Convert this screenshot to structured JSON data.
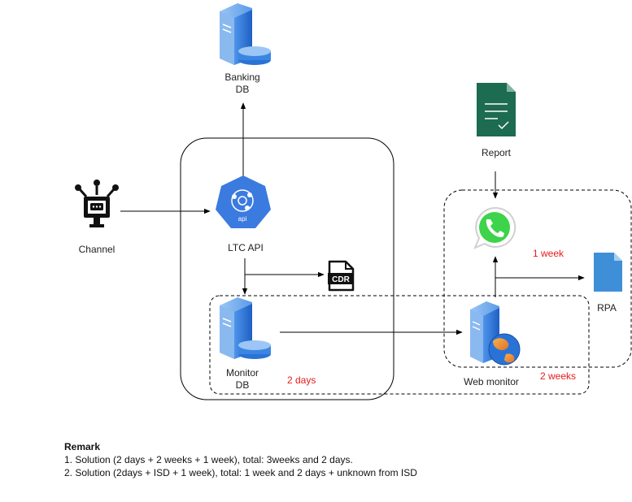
{
  "nodes": {
    "banking_db": {
      "line1": "Banking",
      "line2": "DB"
    },
    "channel": {
      "label": "Channel"
    },
    "ltc_api": {
      "label": "LTC API",
      "badge": "api"
    },
    "cdr": {
      "label": "CDR"
    },
    "monitor_db": {
      "line1": "Monitor",
      "line2": "DB"
    },
    "report": {
      "label": "Report"
    },
    "web_monitor": {
      "label": "Web monitor"
    },
    "rpa": {
      "label": "RPA"
    }
  },
  "durations": {
    "monitor": "2 days",
    "whatsapp": "1 week",
    "web_monitor": "2 weeks"
  },
  "remark": {
    "title": "Remark",
    "lines": [
      "1. Solution (2 days + 2 weeks + 1 week), total: 3weeks and 2 days.",
      "2. Solution (2days + ISD + 1 week), total: 1 week and 2 days + unknown from ISD"
    ]
  },
  "colors": {
    "server_blue": "#2a73d6",
    "api_blue": "#3b7be0",
    "report_green": "#1d6b51",
    "whatsapp_green": "#3dd34a",
    "rpa_blue": "#3f8fd8",
    "duration_red": "#e8191b"
  }
}
